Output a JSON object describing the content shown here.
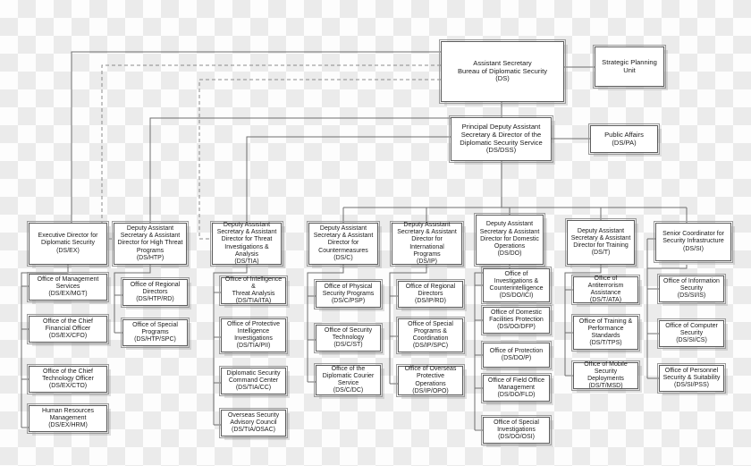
{
  "meta": {
    "title": "Bureau of Diplomatic Security Organizational Chart",
    "line_color": "#6e6e6e",
    "box_border_color": "#5d5d5d",
    "box_fill": "#ffffff",
    "text_color": "#1a1a1a"
  },
  "top": {
    "assistant_secretary": "Assistant Secretary\nBureau of Diplomatic Security\n(DS)",
    "strategic_planning": "Strategic Planning\nUnit",
    "pdas": "Principal Deputy Assistant\nSecretary & Director of the\nDiplomatic Security Service\n(DS/DSS)",
    "public_affairs": "Public Affairs\n(DS/PA)"
  },
  "columns": [
    {
      "id": "ex",
      "head": "Executive Director for\nDiplomatic Security\n(DS/EX)",
      "offices": [
        "Office of Management\nServices\n(DS/EX/MGT)",
        "Office of the Chief\nFinancial Officer\n(DS/EX/CFO)",
        "Office of the Chief\nTechnology Officer\n(DS/EX/CTO)",
        "Human Resources\nManagement\n(DS/EX/HRM)"
      ]
    },
    {
      "id": "htp",
      "head": "Deputy Assistant\nSecretary & Assistant\nDirector for High Threat\nPrograms\n(DS/HTP)",
      "offices": [
        "Office of Regional\nDirectors\n(DS/HTP/RD)",
        "Office of Special\nPrograms\n(DS/HTP/SPC)"
      ]
    },
    {
      "id": "tia",
      "head": "Deputy Assistant\nSecretary & Assistant\nDirector for Threat\nInvestigations & Analysis\n(DS/TIA)",
      "offices": [
        "Office of Intelligence &\nThreat Analysis\n(DS/TIA/ITA)",
        "Office of Protective\nIntelligence\nInvestigations\n(DS/TIA/PII)",
        "Diplomatic Security\nCommand Center\n(DS/TIA/CC)",
        "Overseas Security\nAdvisory Council\n(DS/TIA/OSAC)"
      ]
    },
    {
      "id": "c",
      "head": "Deputy Assistant\nSecretary & Assistant\nDirector for\nCountermeasures\n(DS/C)",
      "offices": [
        "Office of Physical\nSecurity Programs\n(DS/C/PSP)",
        "Office of Security\nTechnology\n(DS/C/ST)",
        "Office of the\nDiplomatic Courier\nService\n(DS/C/DC)"
      ]
    },
    {
      "id": "ip",
      "head": "Deputy Assistant\nSecretary & Assistant\nDirector for International\nPrograms\n(DS/IP)",
      "offices": [
        "Office of Regional\nDirectors\n(DS/IP/RD)",
        "Office of Special\nPrograms &\nCoordination\n(DS/IP/SPC)",
        "Office of Overseas\nProtective Operations\n(DS/IP/OPO)"
      ]
    },
    {
      "id": "do",
      "head": "Deputy Assistant\nSecretary & Assistant\nDirector for Domestic\nOperations\n(DS/DO)",
      "offices": [
        "Office of\nInvestigations &\nCounterintelligence\n(DS/DO/ICI)",
        "Office of Domestic\nFacilities Protection\n(DS/DO/DFP)",
        "Office of Protection\n(DS/DO/P)",
        "Office of Field Office\nManagement\n(DS/DO/FLD)",
        "Office of Special\nInvestigations\n(DS/DO/OSI)"
      ]
    },
    {
      "id": "t",
      "head": "Deputy Assistant\nSecretary & Assistant\nDirector for Training\n(DS/T)",
      "offices": [
        "Office of Antiterrorism\nAssistance\n(DS/T/ATA)",
        "Office of Training &\nPerformance\nStandards\n(DS/T/TPS)",
        "Office of Mobile\nSecurity Deployments\n(DS/T/MSD)"
      ]
    },
    {
      "id": "si",
      "head": "Senior Coordinator for\nSecurity Infrastructure\n(DS/SI)",
      "offices": [
        "Office of Information\nSecurity\n(DS/SI/IS)",
        "Office of Computer\nSecurity\n(DS/SI/CS)",
        "Office of Personnel\nSecurity & Suitability\n(DS/SI/PSS)"
      ]
    }
  ]
}
